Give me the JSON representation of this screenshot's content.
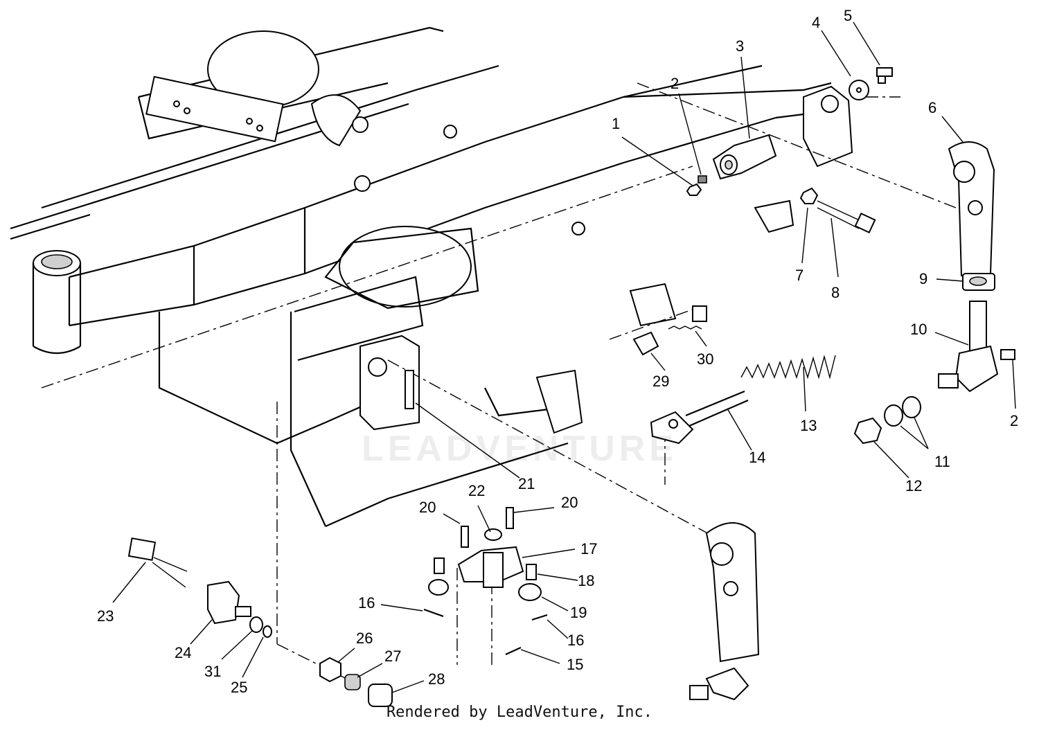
{
  "footer": {
    "credit": "Rendered by LeadVenture, Inc."
  },
  "watermark": {
    "text": "LEADVENTURE"
  },
  "callouts": [
    {
      "id": "c1",
      "label": "1"
    },
    {
      "id": "c2a",
      "label": "2"
    },
    {
      "id": "c3",
      "label": "3"
    },
    {
      "id": "c4",
      "label": "4"
    },
    {
      "id": "c5",
      "label": "5"
    },
    {
      "id": "c6",
      "label": "6"
    },
    {
      "id": "c7",
      "label": "7"
    },
    {
      "id": "c8",
      "label": "8"
    },
    {
      "id": "c9",
      "label": "9"
    },
    {
      "id": "c10",
      "label": "10"
    },
    {
      "id": "c2b",
      "label": "2"
    },
    {
      "id": "c11",
      "label": "11"
    },
    {
      "id": "c12",
      "label": "12"
    },
    {
      "id": "c13",
      "label": "13"
    },
    {
      "id": "c14",
      "label": "14"
    },
    {
      "id": "c29",
      "label": "29"
    },
    {
      "id": "c30",
      "label": "30"
    },
    {
      "id": "c21",
      "label": "21"
    },
    {
      "id": "c22",
      "label": "22"
    },
    {
      "id": "c20a",
      "label": "20"
    },
    {
      "id": "c20b",
      "label": "20"
    },
    {
      "id": "c17",
      "label": "17"
    },
    {
      "id": "c18",
      "label": "18"
    },
    {
      "id": "c19",
      "label": "19"
    },
    {
      "id": "c16a",
      "label": "16"
    },
    {
      "id": "c16b",
      "label": "16"
    },
    {
      "id": "c15",
      "label": "15"
    },
    {
      "id": "c23",
      "label": "23"
    },
    {
      "id": "c24",
      "label": "24"
    },
    {
      "id": "c31",
      "label": "31"
    },
    {
      "id": "c25",
      "label": "25"
    },
    {
      "id": "c26",
      "label": "26"
    },
    {
      "id": "c27",
      "label": "27"
    },
    {
      "id": "c28",
      "label": "28"
    }
  ]
}
